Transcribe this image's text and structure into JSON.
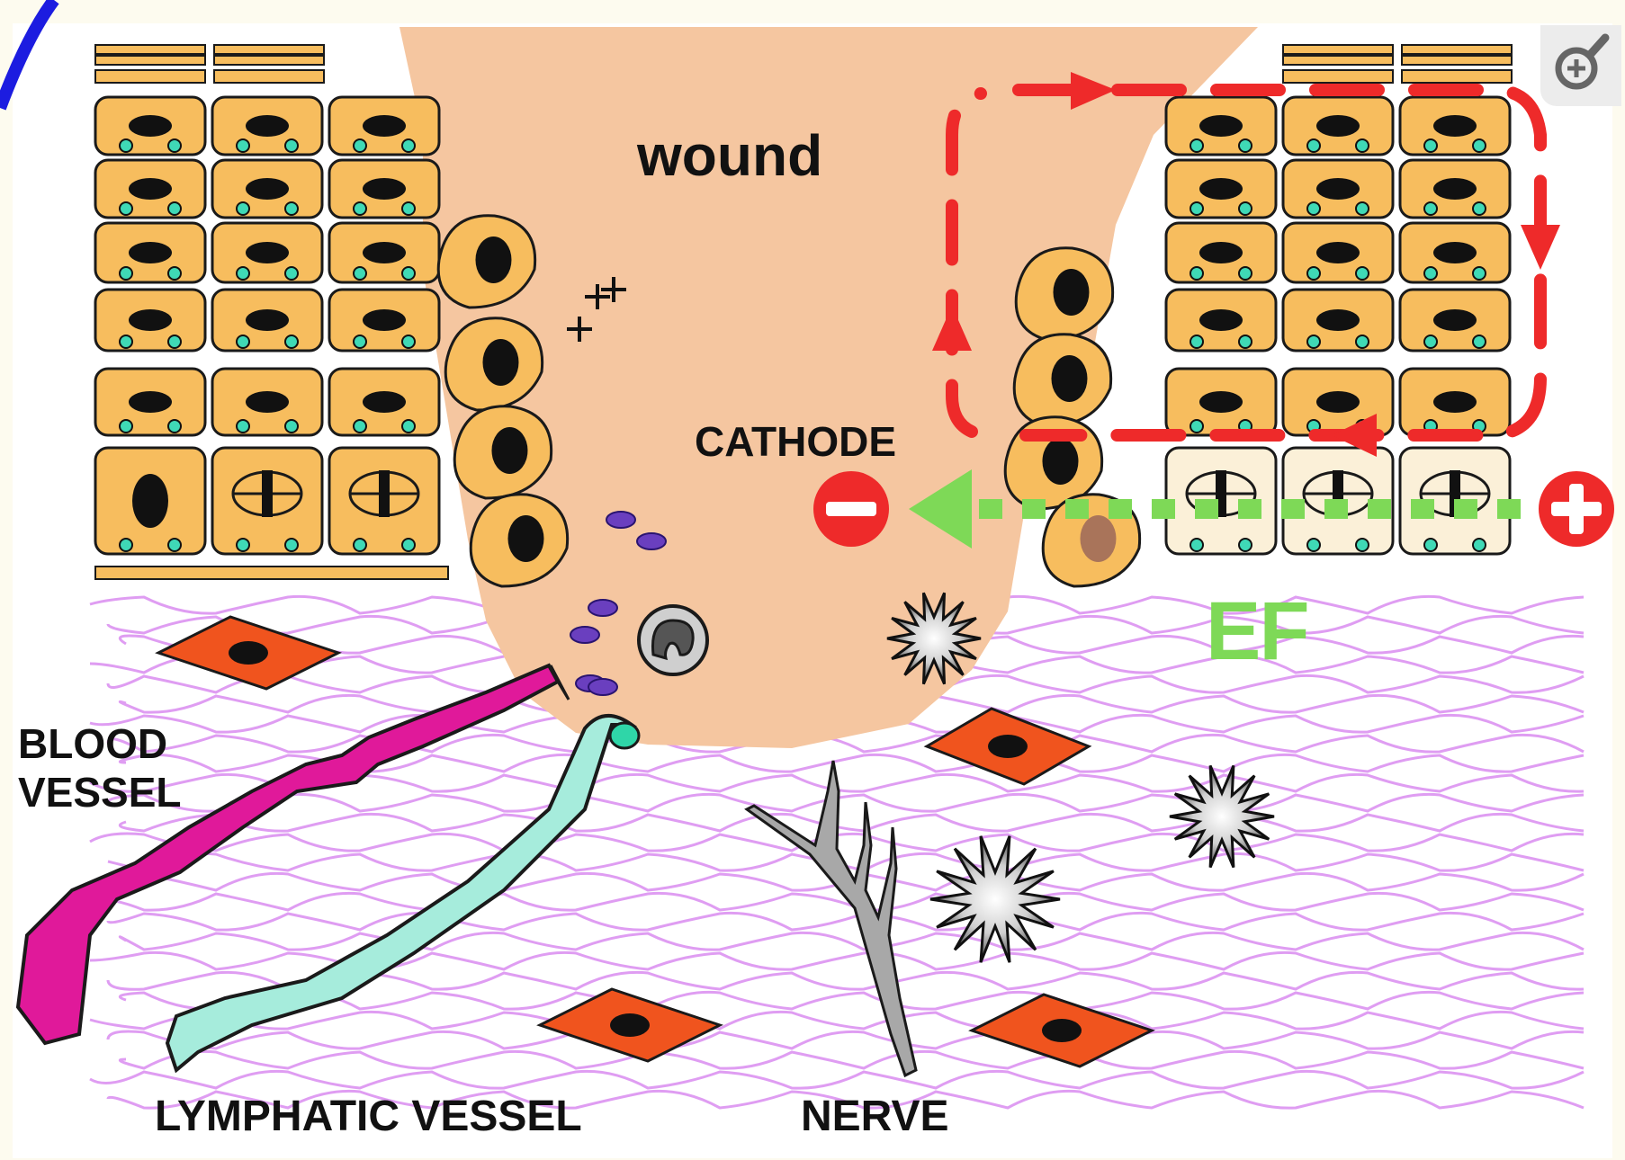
{
  "diagram": {
    "labels": {
      "wound": "wound",
      "cathode": "CATHODE",
      "ef": "EF",
      "blood_vessel_line1": "BLOOD",
      "blood_vessel_line2": "VESSEL",
      "lymphatic_vessel": "LYMPHATIC VESSEL",
      "nerve": "NERVE"
    },
    "colors": {
      "wound": "#f5c6a0",
      "epidermal_cell": "#f7bd5e",
      "cell_outline": "#1a1a1a",
      "fibroblast": "#f0541e",
      "collagen": "#d98cf0",
      "blood_vessel": "#e0199a",
      "lymphatic_vessel": "#a6ecdc",
      "nerve": "#a8a8a8",
      "current_loop": "#ee2a2a",
      "electric_field": "#7ed957",
      "platelet": "#6a3fbf"
    },
    "symbols": {
      "cathode": "minus-icon",
      "anode": "plus-icon"
    }
  },
  "ui": {
    "zoom_icon": "zoom-in-icon"
  }
}
